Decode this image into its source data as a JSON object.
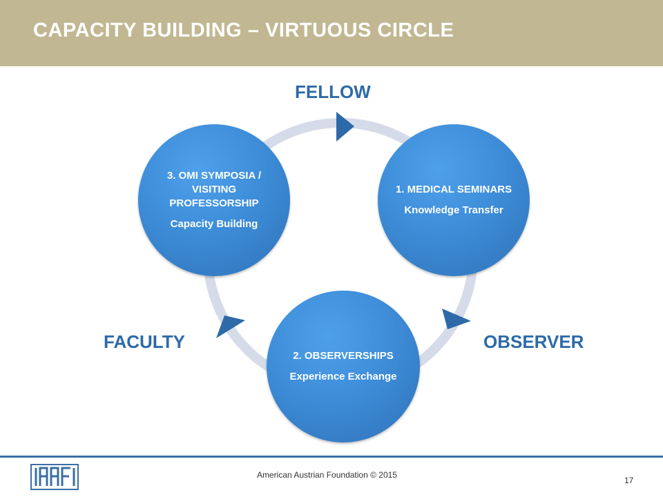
{
  "slide": {
    "title": "CAPACITY BUILDING – VIRTUOUS CIRCLE",
    "footer": "American Austrian Foundation © 2015",
    "page_number": "17",
    "logo_text": "AAF"
  },
  "diagram": {
    "stage_labels": {
      "top": "FELLOW",
      "right": "OBSERVER",
      "left": "FACULTY"
    },
    "nodes": [
      {
        "id": "medical-seminars",
        "heading": "1. MEDICAL SEMINARS",
        "subtitle": "Knowledge Transfer"
      },
      {
        "id": "observerships",
        "heading": "2. OBSERVERSHIPS",
        "subtitle": "Experience Exchange"
      },
      {
        "id": "omi-symposia",
        "heading": "3. OMI SYMPOSIA / VISITING PROFESSORSHIP",
        "subtitle": "Capacity Building"
      }
    ]
  },
  "colors": {
    "header": "#c1b792",
    "ring": "#d5dbe8",
    "arrow": "#2e6aa8",
    "node": "#3a86d4",
    "label": "#2e6aa8"
  }
}
